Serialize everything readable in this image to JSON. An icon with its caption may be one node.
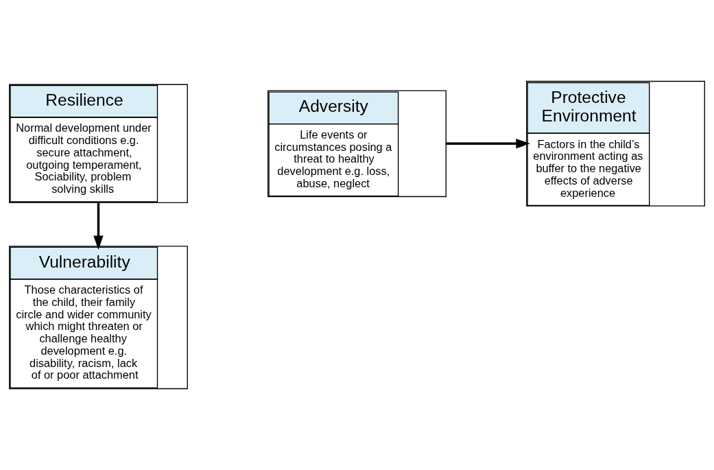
{
  "diagram": {
    "nodes": [
      {
        "text": [
          "Resilience",
          "Normal development under difficult conditions e.g. secure attachment, outgoing temperament, Sociability, problem solving skills"
        ]
      },
      {
        "text": [
          "Adversity",
          "Life events or circumstances posing a threat to healthy development e.g. loss, abuse, neglect"
        ]
      },
      {
        "text": [
          "Protective Environment",
          "Factors in the child’s environment acting as buffer to the negative effects of adverse experience"
        ]
      },
      {
        "text": [
          "Vulnerability",
          "Those characteristics of the child, their family circle and wider community which might threaten or challenge healthy development e.g. disability, racism, lack of or poor attachment"
        ]
      }
    ],
    "edges": [
      {
        "from": 1,
        "to": 2,
        "arrow": "to"
      },
      {
        "from": 0,
        "to": 3,
        "arrow": "to"
      }
    ]
  }
}
